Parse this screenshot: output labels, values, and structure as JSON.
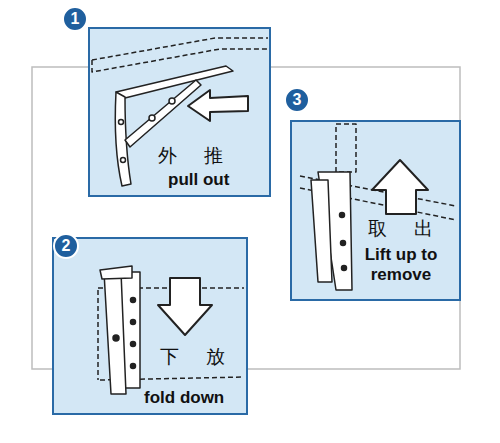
{
  "diagram": {
    "nodes": [
      {
        "text": [
          "1"
        ]
      },
      {
        "text": [
          "外 推",
          "pull out"
        ]
      },
      {
        "text": [
          "2"
        ]
      },
      {
        "text": [
          "下 放",
          "fold down"
        ]
      },
      {
        "text": [
          "3"
        ]
      },
      {
        "text": [
          "取 出",
          "Lift up to remove"
        ]
      }
    ]
  }
}
